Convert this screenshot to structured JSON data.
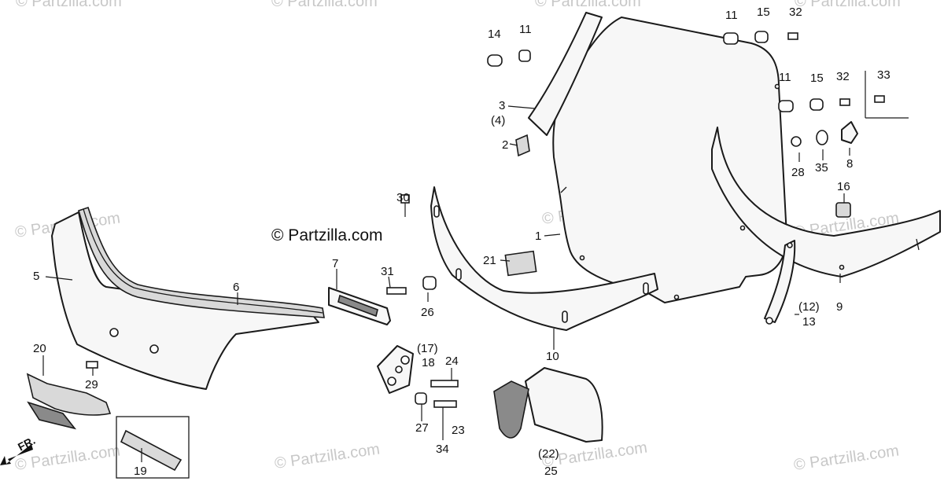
{
  "watermark": {
    "text": "© Partzilla.com",
    "main_text": "© Partzilla.com",
    "color": "#c8c8c8"
  },
  "direction": {
    "label": "FR."
  },
  "labels": [
    {
      "id": "1",
      "text": "1"
    },
    {
      "id": "2",
      "text": "2"
    },
    {
      "id": "3",
      "text": "3"
    },
    {
      "id": "4",
      "text": "(4)"
    },
    {
      "id": "5",
      "text": "5"
    },
    {
      "id": "6",
      "text": "6"
    },
    {
      "id": "7",
      "text": "7"
    },
    {
      "id": "8",
      "text": "8"
    },
    {
      "id": "9",
      "text": "9"
    },
    {
      "id": "10",
      "text": "10"
    },
    {
      "id": "11a",
      "text": "11"
    },
    {
      "id": "11b",
      "text": "11"
    },
    {
      "id": "11c",
      "text": "11"
    },
    {
      "id": "12",
      "text": "(12)"
    },
    {
      "id": "13",
      "text": "13"
    },
    {
      "id": "14",
      "text": "14"
    },
    {
      "id": "15a",
      "text": "15"
    },
    {
      "id": "15b",
      "text": "15"
    },
    {
      "id": "16",
      "text": "16"
    },
    {
      "id": "17",
      "text": "(17)"
    },
    {
      "id": "18",
      "text": "18"
    },
    {
      "id": "19",
      "text": "19"
    },
    {
      "id": "20",
      "text": "20"
    },
    {
      "id": "21",
      "text": "21"
    },
    {
      "id": "22",
      "text": "(22)"
    },
    {
      "id": "23",
      "text": "23"
    },
    {
      "id": "24",
      "text": "24"
    },
    {
      "id": "25",
      "text": "25"
    },
    {
      "id": "26",
      "text": "26"
    },
    {
      "id": "27",
      "text": "27"
    },
    {
      "id": "28",
      "text": "28"
    },
    {
      "id": "29",
      "text": "29"
    },
    {
      "id": "30",
      "text": "30"
    },
    {
      "id": "31",
      "text": "31"
    },
    {
      "id": "32a",
      "text": "32"
    },
    {
      "id": "32b",
      "text": "32"
    },
    {
      "id": "33",
      "text": "33"
    },
    {
      "id": "34",
      "text": "34"
    },
    {
      "id": "35",
      "text": "35"
    }
  ]
}
